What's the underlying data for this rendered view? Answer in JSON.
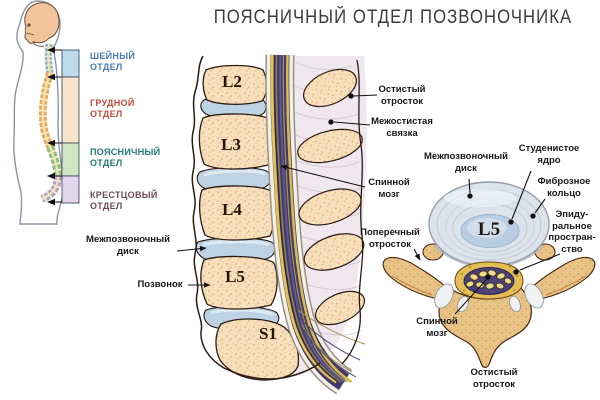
{
  "title": "ПОЯСНИЧНЫЙ ОТДЕЛ ПОЗВОНОЧНИКА",
  "overview": {
    "sections": [
      {
        "id": "cervical",
        "label": "ШЕЙНЫЙ\nОТДЕЛ",
        "text_color": "#4779b8",
        "band_color": "#bcdcec",
        "spine_color": "#85b2d8"
      },
      {
        "id": "thoracic",
        "label": "ГРУДНОЙ\nОТДЕЛ",
        "text_color": "#c14b3a",
        "band_color": "#f8e4c8",
        "spine_color": "#e8a75e"
      },
      {
        "id": "lumbar",
        "label": "ПОЯСНИЧНЫЙ\nОТДЕЛ",
        "text_color": "#1f7a72",
        "band_color": "#cfe5c3",
        "spine_color": "#8fbe84"
      },
      {
        "id": "sacral",
        "label": "КРЕСТЦОВЫЙ\nОТДЕЛ",
        "text_color": "#6e4a57",
        "band_color": "#e3d5eb",
        "spine_color": "#b5a0cf"
      }
    ]
  },
  "sagittal": {
    "vertebrae": [
      {
        "label": "L2"
      },
      {
        "label": "L3"
      },
      {
        "label": "L4"
      },
      {
        "label": "L5"
      },
      {
        "label": "S1"
      }
    ],
    "labels": {
      "spinous_process": "Остистый\nотросток",
      "interspinous_ligament": "Межостистая\nсвязка",
      "spinal_cord": "Спинной\nмозг",
      "intervertebral_disc": "Межпозвоночный\nдиск",
      "vertebra": "Позвонок"
    }
  },
  "axial": {
    "center_label": "L5",
    "labels": {
      "intervertebral_disc": "Межпозвоночный\nдиск",
      "nucleus": "Студенистое\nядро",
      "annulus": "Фиброзное\nкольцо",
      "epidural_space": "Эпиду-\nральное\nпростран-\nство",
      "transverse_process": "Поперечный\nотросток",
      "spinal_cord": "Спинной\nмозг",
      "spinous_process": "Остистый\nотросток"
    }
  },
  "palette": {
    "bone": "#f6dfba",
    "bone_axial": "#e9c386",
    "disc": "#bdd2e2",
    "canal_core": "#44396b",
    "nerve_yellow": "#e2c253",
    "epidural_fat": "#e4be55",
    "ligament_bg": "#efe8ee",
    "outline": "#2b1b12"
  }
}
